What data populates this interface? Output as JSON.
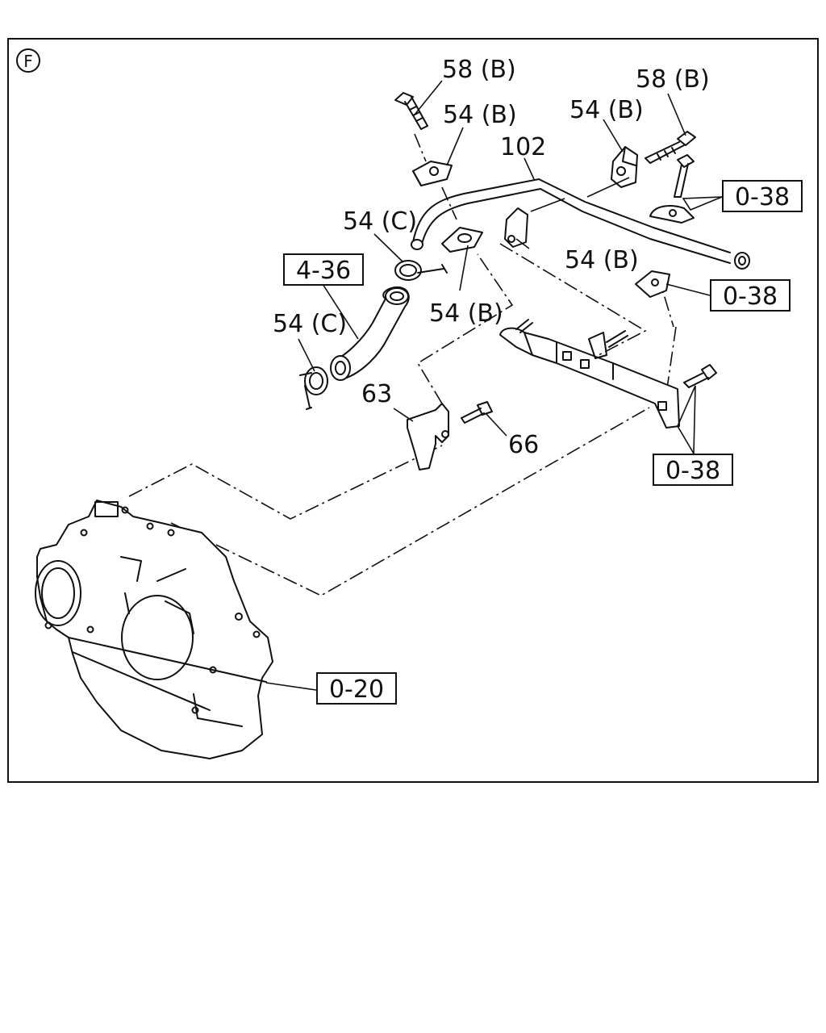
{
  "diagram": {
    "section_mark": "F",
    "callouts": {
      "c58b_left": "58 (B)",
      "c58b_right": "58 (B)",
      "c54b_upper_left": "54 (B)",
      "c54b_upper_right": "54 (B)",
      "c102": "102",
      "c54c_upper": "54 (C)",
      "c54b_mid_right": "54 (B)",
      "c54b_mid_left": "54 (B)",
      "c54c_lower": "54 (C)",
      "c63": "63",
      "c66": "66"
    },
    "boxed_refs": {
      "ref_0_38_top": "0-38",
      "ref_0_38_mid": "0-38",
      "ref_4_36": "4-36",
      "ref_0_38_bottom": "0-38",
      "ref_0_20": "0-20"
    }
  }
}
